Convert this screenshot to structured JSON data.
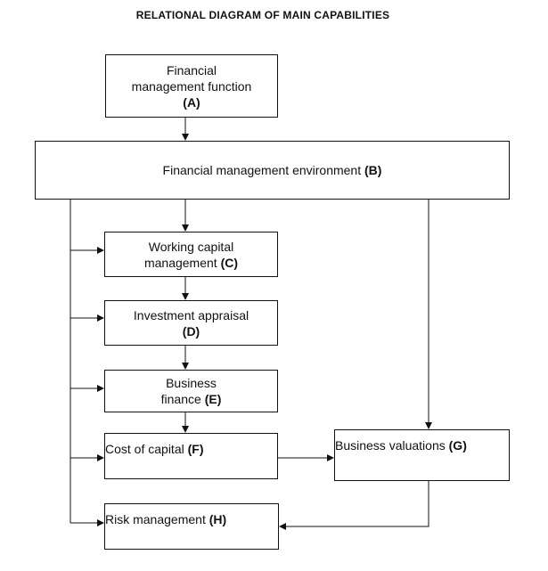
{
  "title": "RELATIONAL DIAGRAM OF MAIN CAPABILITIES",
  "nodes": {
    "A": {
      "line1": "Financial",
      "line2": "management function",
      "code": "(A)"
    },
    "B": {
      "text": "Financial management environment",
      "code": "(B)"
    },
    "C": {
      "line1": "Working capital",
      "line2": "management",
      "code": "(C)"
    },
    "D": {
      "line1": "Investment appraisal",
      "code": "(D)"
    },
    "E": {
      "line1": "Business",
      "line2": "finance",
      "code": "(E)"
    },
    "F": {
      "text": "Cost of capital",
      "code": "(F)"
    },
    "G": {
      "text": "Business valuations",
      "code": "(G)"
    },
    "H": {
      "text": "Risk management",
      "code": "(H)"
    }
  }
}
